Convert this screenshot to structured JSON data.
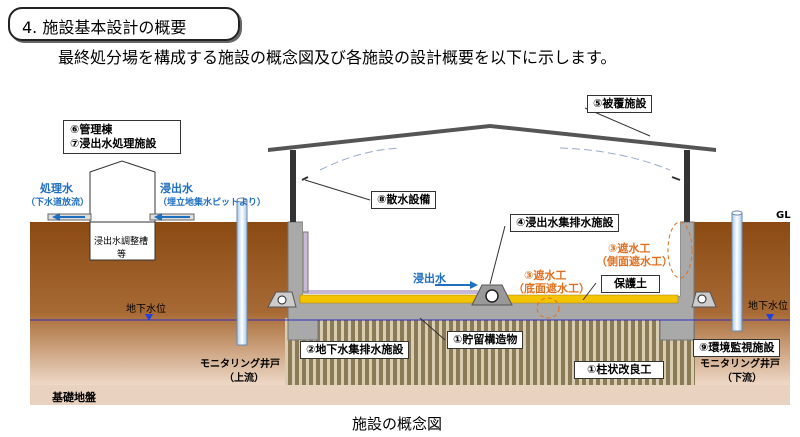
{
  "header": {
    "section_title": "4. 施設基本設計の概要",
    "intro": "最終処分場を構成する施設の概念図及び各施設の設計概要を以下に示します。"
  },
  "diagram": {
    "caption": "施設の概念図",
    "labels": {
      "cover": "⑤被覆施設",
      "admin": "⑥管理棟",
      "treatment": "⑦浸出水処理施設",
      "treated_water": "処理水",
      "treated_water_note": "（下水道放流）",
      "leachate_in": "浸出水",
      "leachate_in_note": "（埋立地集水ピットより）",
      "tank": "浸出水調整槽",
      "tank2": "等",
      "sprinkler": "⑧散水設備",
      "leachate_collect": "④浸出水集排水施設",
      "leachate_arrow": "浸出水",
      "side_liner": "③遮水工",
      "side_liner_note": "（側面遮水工）",
      "bottom_liner": "③遮水工",
      "bottom_liner_note": "（底面遮水工）",
      "protect_soil": "保護土",
      "gl": "GL",
      "gw_left": "地下水位",
      "gw_right": "地下水位",
      "storage": "①貯留構造物",
      "gw_drain": "②地下水集排水施設",
      "column": "①柱状改良工",
      "env_monitor": "⑨環境監視施設",
      "well_left": "モニタリング井戸",
      "well_left_note": "（上流）",
      "well_right": "モニタリング井戸",
      "well_right_note": "（下流）",
      "bedrock": "基礎地盤"
    },
    "colors": {
      "soil": "#8a4a12",
      "liner": "#f5c400",
      "water": "#1f6fc0",
      "accent": "#e07020"
    }
  }
}
